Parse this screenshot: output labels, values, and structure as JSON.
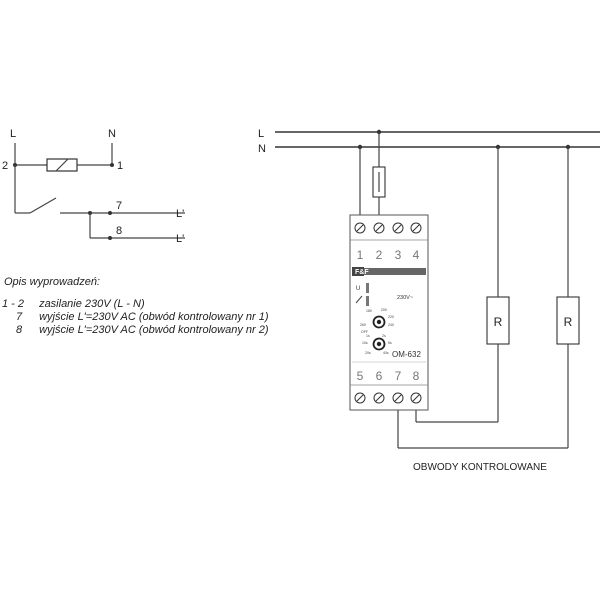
{
  "schematic": {
    "labels": {
      "L": "L",
      "N": "N",
      "term2": "2",
      "term1": "1",
      "term7": "7",
      "term8": "8",
      "out1": "L'",
      "out2": "L'"
    }
  },
  "legend": {
    "title": "Opis wyprowadzeń:",
    "rows": [
      {
        "num": "1 - 2",
        "text": "zasilanie 230V (L - N)"
      },
      {
        "num": "7",
        "text": "wyjście L'=230V AC (obwód kontrolowany nr 1)"
      },
      {
        "num": "8",
        "text": "wyjście L'=230V AC (obwód kontrolowany nr 2)"
      }
    ]
  },
  "wiring": {
    "bus_L": "L",
    "bus_N": "N",
    "device_model": "OM-632",
    "device_voltage": "230V~",
    "top_terminals": [
      "1",
      "2",
      "3",
      "4"
    ],
    "bottom_terminals": [
      "5",
      "6",
      "7",
      "8"
    ],
    "load_1": "R",
    "load_2": "R",
    "caption": "OBWODY KONTROLOWANE",
    "indicator_u": "U",
    "dial_1_marks": [
      "180",
      "200",
      "220",
      "240",
      "260",
      "OFF"
    ],
    "dial_2_marks": [
      "1s",
      "2s",
      "5s",
      "10s",
      "20s",
      "40s"
    ]
  }
}
